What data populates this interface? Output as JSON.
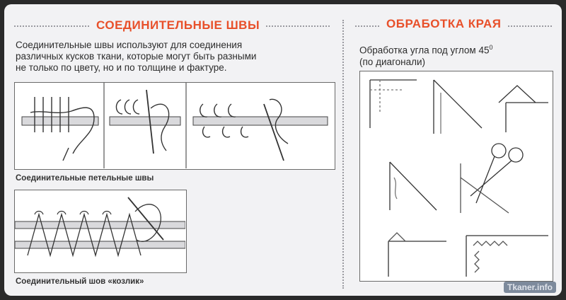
{
  "left": {
    "title": "СОЕДИНИТЕЛЬНЫЕ ШВЫ",
    "description_lines": [
      "Соединительные швы используют для соединения",
      "различных кусков ткани, которые могут быть разными",
      "не только по цвету, но и по толщине и фактуре."
    ],
    "caption_loop": "Соединительные петельные швы",
    "caption_kozlik": "Соединительный шов «козлик»"
  },
  "right": {
    "title": "ОБРАБОТКА КРАЯ",
    "description_line1": "Обработка угла под углом 45",
    "degree_mark": "0",
    "description_line2": "(по диагонали)"
  },
  "watermark": "Tkaner.info",
  "colors": {
    "accent": "#e8502a",
    "line": "#3a3a3a",
    "fabric": "#d9d9dc"
  }
}
